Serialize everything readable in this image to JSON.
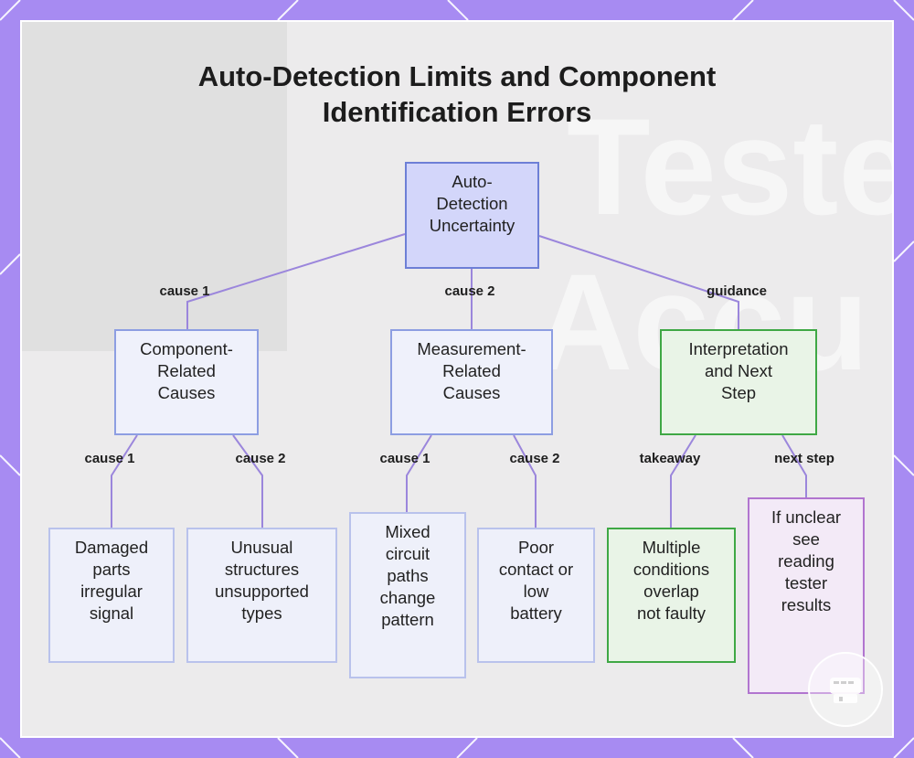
{
  "title": {
    "line1": "Auto-Detection Limits and Component",
    "line2": "Identification Errors"
  },
  "nodes": {
    "root": [
      "Auto-",
      "Detection",
      "Uncertainty"
    ],
    "component_causes": [
      "Component-",
      "Related",
      "Causes"
    ],
    "measurement_causes": [
      "Measurement-",
      "Related",
      "Causes"
    ],
    "interpretation": [
      "Interpretation",
      "and Next",
      "Step"
    ],
    "damaged": [
      "Damaged",
      "parts",
      "irregular",
      "signal"
    ],
    "unusual": [
      "Unusual",
      "structures",
      "unsupported",
      "types"
    ],
    "mixed": [
      "Mixed",
      "circuit",
      "paths",
      "change",
      "pattern"
    ],
    "poor_contact": [
      "Poor",
      "contact or",
      "low",
      "battery"
    ],
    "multiple": [
      "Multiple",
      "conditions",
      "overlap",
      "not faulty"
    ],
    "unclear": [
      "If unclear",
      "see",
      "reading",
      "tester",
      "results"
    ]
  },
  "edge_labels": {
    "root_cause1": "cause 1",
    "root_cause2": "cause 2",
    "root_guidance": "guidance",
    "comp_cause1": "cause 1",
    "comp_cause2": "cause 2",
    "meas_cause1": "cause 1",
    "meas_cause2": "cause 2",
    "interp_takeaway": "takeaway",
    "interp_next_step": "next step"
  },
  "background_watermark": [
    "Teste",
    "Accu"
  ],
  "colors": {
    "frame": "#a78bf2",
    "panel": "#ecebec",
    "edge": "#9b86dc",
    "root_fill": "#d3d6fa",
    "green_border": "#3fa845",
    "purple_border": "#b175cf"
  },
  "icons": [
    "badge-icon"
  ]
}
